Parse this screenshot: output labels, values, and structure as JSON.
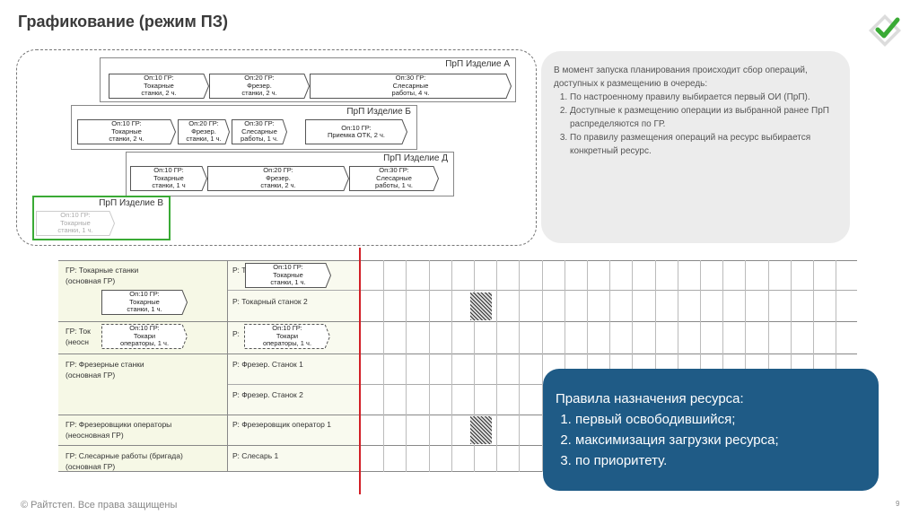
{
  "title": "Графикование (режим ПЗ)",
  "groups": {
    "a": {
      "label": "ПрП Изделие А",
      "ops": [
        "Оп:10 ГР:\nТокарные\nстанки, 2 ч.",
        "Оп:20 ГР:\nФрезер.\nстанки, 2 ч.",
        "Оп:30 ГР:\nСлесарные\nработы, 4 ч."
      ]
    },
    "b": {
      "label": "ПрП Изделие Б",
      "ops": [
        "Оп:10 ГР:\nТокарные\nстанки, 2 ч.",
        "Оп:20 ГР:\nФрезер.\nстанки, 1 ч.",
        "Оп:30 ГР:\nСлесарные\nработы, 1 ч.",
        "Оп:10 ГР:\nПриемка ОТК, 2 ч."
      ]
    },
    "d": {
      "label": "ПрП Изделие Д",
      "ops": [
        "Оп:10 ГР:\nТокарные\nстанки, 1 ч",
        "Оп:20 ГР:\nФрезер.\nстанки, 2 ч.",
        "Оп:30 ГР:\nСлесарные\nработы, 1 ч."
      ]
    },
    "v": {
      "label": "ПрП Изделие В",
      "ops": [
        "Оп:10 ГР:\nТокарные\nстанки, 1 ч."
      ]
    }
  },
  "notes": {
    "intro": "В момент запуска планирования происходит сбор операций, доступных к размещению в очередь:",
    "items": [
      "По настроенному правилу выбирается первый ОИ (ПрП).",
      "Доступные к размещению операции из выбранной ранее ПрП распределяются по ГР.",
      "По правилу размещения операций на ресурс выбирается конкретный ресурс."
    ]
  },
  "table": {
    "gr1": "ГР: Токарные станки\n(основная ГР)",
    "gr1_r1": "Р: Т",
    "gr1_r2": "Р: Токарный станок 2",
    "gr2": "ГР: Ток\n(неосн",
    "gr2_r1": "Р:",
    "gr3": "ГР: Фрезерные станки\n(основная ГР)",
    "gr3_r1": "Р: Фрезер. Станок 1",
    "gr3_r2": "Р: Фрезер. Станок 2",
    "gr4": "ГР: Фрезеровщики операторы\n(неосновная ГР)",
    "gr4_r1": "Р: Фрезеровщик оператор 1",
    "gr5": "ГР: Слесарные работы (бригада)\n(основная ГР)",
    "gr5_r1": "Р: Слесарь 1"
  },
  "floating_ops": {
    "op1": "Оп:10 ГР:\nТокарные\nстанки, 1 ч.",
    "op2": "Оп:10 ГР:\nТокарные\nстанки, 1 ч.",
    "op3": "Оп:10 ГР:\nТокари\nоператоры, 1 ч.",
    "op4": "Оп:10 ГР:\nТокари\nоператоры, 1 ч."
  },
  "rules": {
    "title": "Правила назначения ресурса:",
    "items": [
      "первый освободившийся;",
      "максимизация загрузки ресурса;",
      "по приоритету."
    ]
  },
  "footer": "© Райтстеп. Все права защищены",
  "page_number": "9",
  "colors": {
    "accent_green": "#3aaa35",
    "rules_bg": "#1f5b86",
    "now_line": "#d21f26"
  }
}
